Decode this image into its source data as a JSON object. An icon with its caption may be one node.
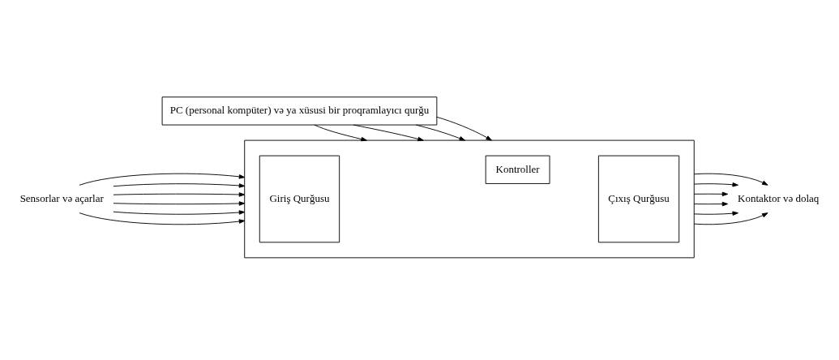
{
  "diagram": {
    "nodes": [
      {
        "text": [
          "PC (personal kompüter) və ya xüsusi bir proqramlayıcı qurğu"
        ]
      },
      {
        "text": [],
        "shape": "box"
      },
      {
        "text": [
          "Giriş Qurğusu"
        ],
        "in": 1
      },
      {
        "text": [
          "Kontroller"
        ],
        "in": 1
      },
      {
        "text": [
          "Çıxış Qurğusu"
        ],
        "in": 1
      },
      {
        "text": [
          "Sensorlar və açarlar"
        ]
      },
      {
        "text": [
          "Kontaktor və dolaq"
        ]
      }
    ],
    "edges": [
      {
        "from": 5,
        "to": 1,
        "arrow": "to"
      },
      {
        "from": 5,
        "to": 1,
        "arrow": "to"
      },
      {
        "from": 5,
        "to": 1,
        "arrow": "to"
      },
      {
        "from": 5,
        "to": 1,
        "arrow": "to"
      },
      {
        "from": 5,
        "to": 1,
        "arrow": "to"
      },
      {
        "from": 5,
        "to": 1,
        "arrow": "to"
      },
      {
        "from": 0,
        "to": 1,
        "arrow": "to"
      },
      {
        "from": 0,
        "to": 1,
        "arrow": "to"
      },
      {
        "from": 0,
        "to": 1,
        "arrow": "to"
      },
      {
        "from": 0,
        "to": 1,
        "arrow": "to"
      },
      {
        "from": 1,
        "to": 6,
        "arrow": "to"
      },
      {
        "from": 1,
        "to": 6,
        "arrow": "to"
      },
      {
        "from": 1,
        "to": 6,
        "arrow": "to"
      },
      {
        "from": 1,
        "to": 6,
        "arrow": "to"
      },
      {
        "from": 1,
        "to": 6,
        "arrow": "to"
      },
      {
        "from": 1,
        "to": 6,
        "arrow": "to"
      }
    ]
  }
}
